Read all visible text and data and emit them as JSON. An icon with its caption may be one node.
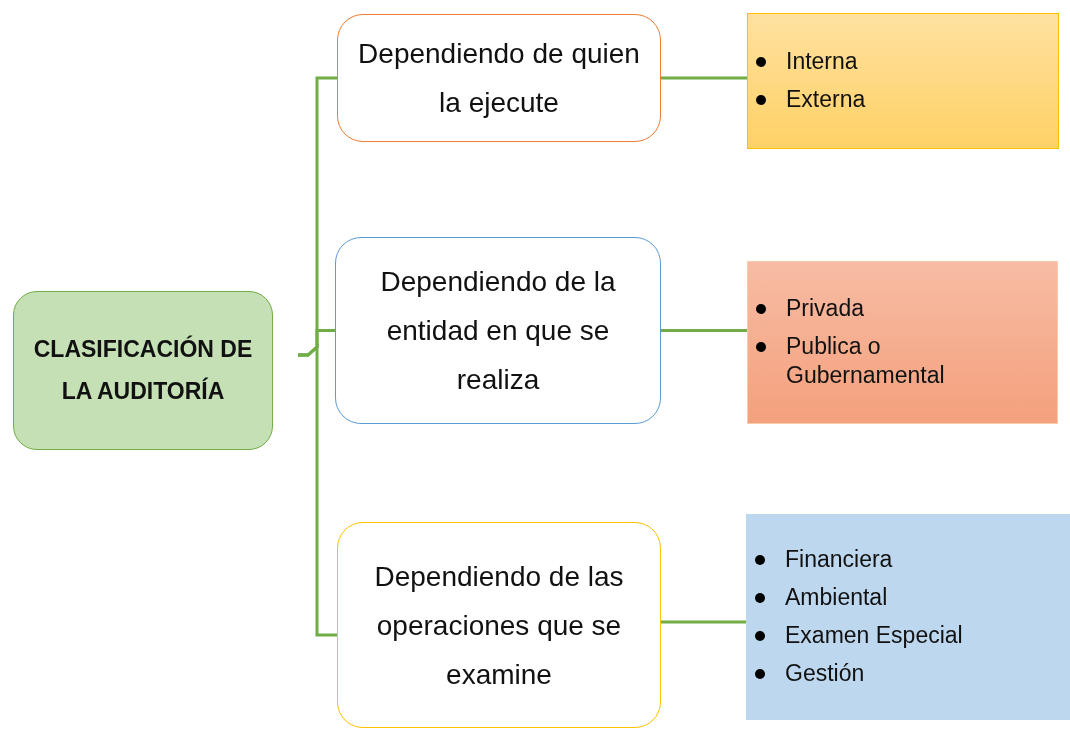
{
  "diagram": {
    "nodes": [
      {
        "text": [
          "CLASIFICACIÓN DE LA AUDITORÍA"
        ]
      },
      {
        "text": [
          "Dependiendo de quien la ejecute"
        ]
      },
      {
        "text": [
          "Dependiendo de la entidad en que se realiza"
        ]
      },
      {
        "text": [
          "Dependiendo de las operaciones que se examine"
        ]
      },
      {
        "text": [
          "Interna",
          "Externa"
        ]
      },
      {
        "text": [
          "Privada",
          "Publica o Gubernamental"
        ]
      },
      {
        "text": [
          "Financiera",
          "Ambiental",
          "Examen Especial",
          "Gestión"
        ]
      }
    ],
    "edges": [
      {
        "from": 0,
        "to": 1,
        "arrow": "none"
      },
      {
        "from": 0,
        "to": 2,
        "arrow": "none"
      },
      {
        "from": 0,
        "to": 3,
        "arrow": "none"
      },
      {
        "from": 1,
        "to": 4,
        "arrow": "none"
      },
      {
        "from": 2,
        "to": 5,
        "arrow": "none"
      },
      {
        "from": 3,
        "to": 6,
        "arrow": "none"
      }
    ]
  }
}
